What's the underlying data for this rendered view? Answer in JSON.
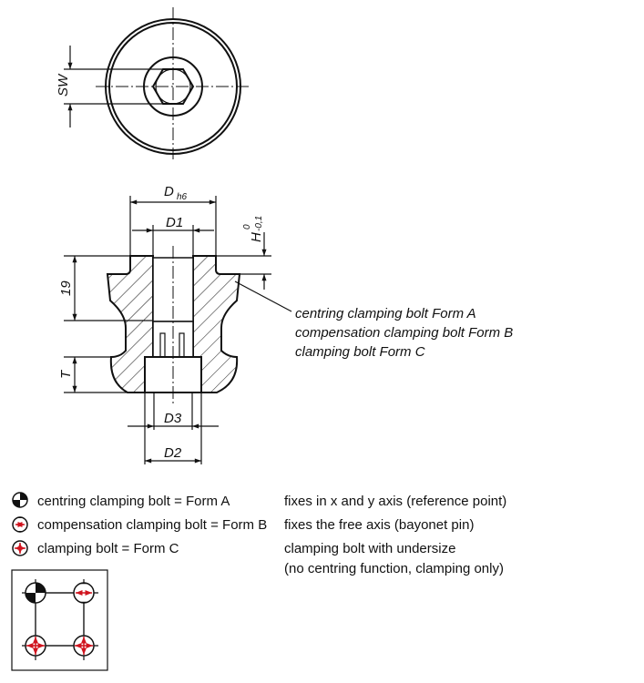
{
  "top_view": {
    "dim_sw": "SW"
  },
  "section_view": {
    "dim_d": "D",
    "dim_d_sub": "h6",
    "dim_d1": "D1",
    "dim_h": "H",
    "dim_h_upper": "0",
    "dim_h_lower": "-0,1",
    "dim_19": "19",
    "dim_t": "T",
    "dim_d3": "D3",
    "dim_d2": "D2",
    "callout": [
      "centring clamping bolt Form A",
      "compensation clamping bolt Form B",
      "clamping bolt Form C"
    ]
  },
  "legend": [
    {
      "icon": "form-a-symbol",
      "label": "centring clamping bolt = Form A",
      "description": "fixes in x and y axis (reference point)"
    },
    {
      "icon": "form-b-symbol",
      "label": "compensation clamping bolt = Form B",
      "description": "fixes the free axis (bayonet pin)"
    },
    {
      "icon": "form-c-symbol",
      "label": "clamping bolt = Form C",
      "description": "clamping bolt with undersize",
      "description2": "(no centring function, clamping only)"
    }
  ],
  "colors": {
    "arrow": "#d0141e",
    "line": "#111111"
  }
}
